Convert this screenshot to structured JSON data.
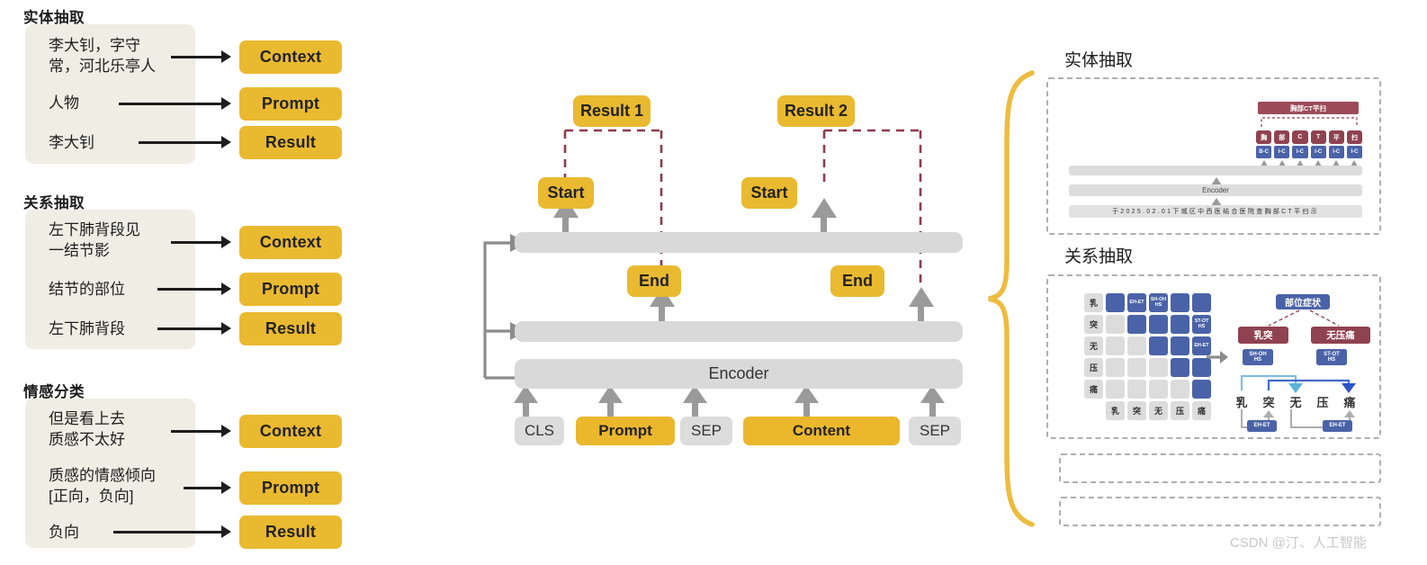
{
  "left_panels": [
    {
      "title": "实体抽取",
      "rows": [
        {
          "text": "李大钊，字守\n常，河北乐亭人",
          "label": "Context"
        },
        {
          "text": "人物",
          "label": "Prompt"
        },
        {
          "text": "李大钊",
          "label": "Result"
        }
      ]
    },
    {
      "title": "关系抽取",
      "rows": [
        {
          "text": "左下肺背段见\n一结节影",
          "label": "Context"
        },
        {
          "text": "结节的部位",
          "label": "Prompt"
        },
        {
          "text": "左下肺背段",
          "label": "Result"
        }
      ]
    },
    {
      "title": "情感分类",
      "rows": [
        {
          "text": "但是看上去\n质感不太好",
          "label": "Context"
        },
        {
          "text": "质感的情感倾向\n[正向，负向]",
          "label": "Prompt"
        },
        {
          "text": "负向",
          "label": "Result"
        }
      ]
    }
  ],
  "model": {
    "results": [
      "Result 1",
      "Result 2"
    ],
    "start_labels": [
      "Start",
      "Start"
    ],
    "end_labels": [
      "End",
      "End"
    ],
    "encoder_label": "Encoder",
    "input_tokens": [
      {
        "label": "CLS",
        "style": "grey"
      },
      {
        "label": "Prompt",
        "style": "yell"
      },
      {
        "label": "SEP",
        "style": "grey"
      },
      {
        "label": "Content",
        "style": "yell"
      },
      {
        "label": "SEP",
        "style": "grey"
      }
    ]
  },
  "right": {
    "entity": {
      "title": "实体抽取",
      "span_label": "胸部CT平扫",
      "tokens": [
        "胸",
        "部",
        "C",
        "T",
        "平",
        "扫"
      ],
      "tags": [
        "B-C",
        "I-C",
        "I-C",
        "I-C",
        "I-C",
        "I-C"
      ],
      "encoder_label": "Encoder",
      "sequence": "于2025.02.01下城区中西医结合医院查胸部CT平扫示"
    },
    "relation": {
      "title": "关系抽取",
      "row_labels": [
        "乳",
        "突",
        "无",
        "压",
        "痛"
      ],
      "col_labels": [
        "乳",
        "突",
        "无",
        "压",
        "痛"
      ],
      "matrix": [
        [
          {
            "on": true,
            "text": ""
          },
          {
            "on": true,
            "text": "EH-ET"
          },
          {
            "on": true,
            "text": "SH-OH\nHS"
          },
          {
            "on": true,
            "text": ""
          },
          {
            "on": true,
            "text": ""
          }
        ],
        [
          {
            "on": false,
            "text": ""
          },
          {
            "on": true,
            "text": ""
          },
          {
            "on": true,
            "text": ""
          },
          {
            "on": true,
            "text": ""
          },
          {
            "on": true,
            "text": "ST-OT\nHS"
          }
        ],
        [
          {
            "on": false,
            "text": ""
          },
          {
            "on": false,
            "text": ""
          },
          {
            "on": true,
            "text": ""
          },
          {
            "on": true,
            "text": ""
          },
          {
            "on": true,
            "text": "EH-ET"
          }
        ],
        [
          {
            "on": false,
            "text": ""
          },
          {
            "on": false,
            "text": ""
          },
          {
            "on": false,
            "text": ""
          },
          {
            "on": true,
            "text": ""
          },
          {
            "on": true,
            "text": ""
          }
        ],
        [
          {
            "on": false,
            "text": ""
          },
          {
            "on": false,
            "text": ""
          },
          {
            "on": false,
            "text": ""
          },
          {
            "on": false,
            "text": ""
          },
          {
            "on": true,
            "text": ""
          }
        ]
      ],
      "root_node": "部位症状",
      "entities": [
        "乳突",
        "无压痛"
      ],
      "top_badges": [
        "SH-OH\nHS",
        "ST-OT\nHS"
      ],
      "bottom_badges": [
        "EH-ET",
        "EH-ET"
      ],
      "chars": [
        "乳",
        "突",
        "无",
        "压",
        "痛"
      ]
    }
  },
  "watermark": "CSDN @汀、人工智能",
  "colors": {
    "yellow": "#E9B930",
    "beige": "#F0EDE4",
    "grey_bar": "#D9D9D9",
    "maroon": "#8F4250",
    "blue": "#4A63A8",
    "dash_red": "#8E3A4A",
    "arrow_grey": "#8C8C8C"
  }
}
